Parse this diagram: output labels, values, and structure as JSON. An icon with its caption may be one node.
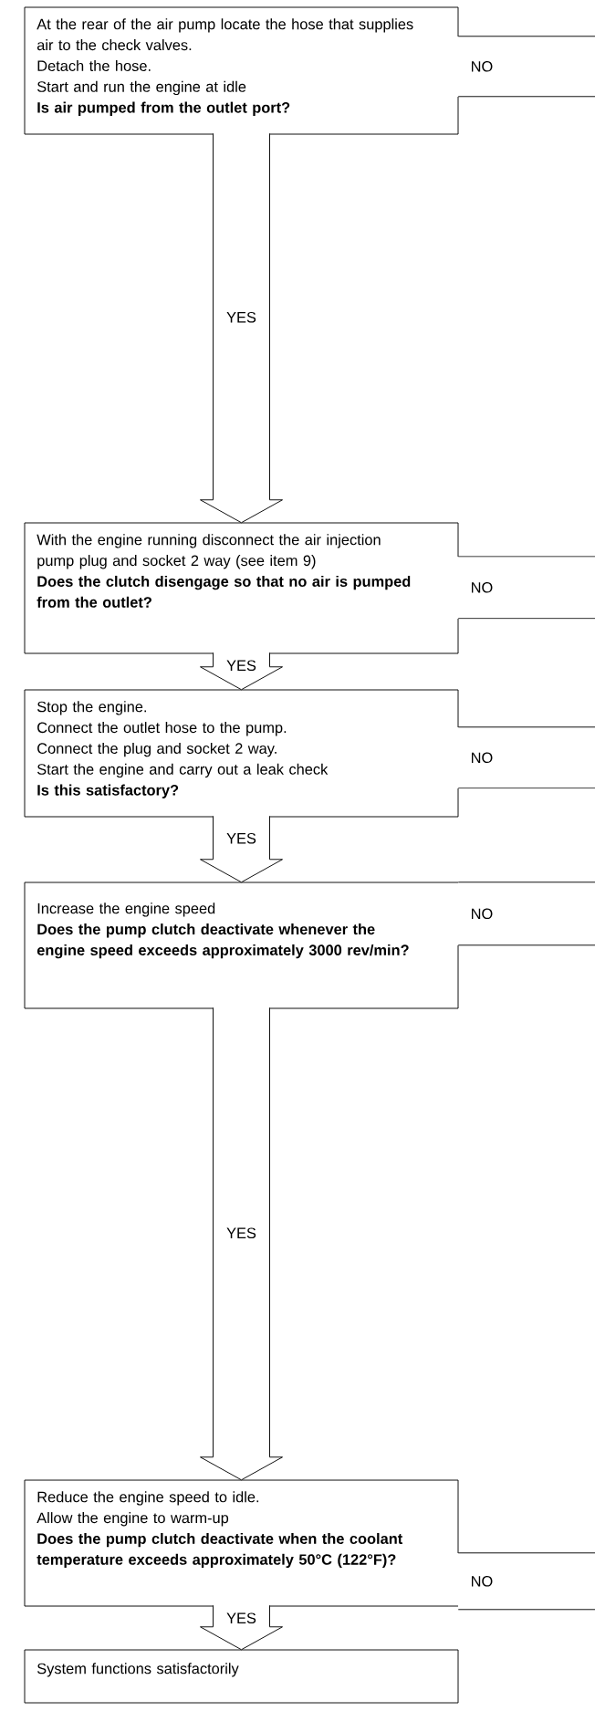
{
  "diagram": {
    "nodes": [
      {
        "text": [
          "At the rear of the air pump locate the hose that supplies air to the check valves.",
          "Detach the hose.",
          "Start and run the engine at idle",
          "Is air pumped from the outlet port?"
        ]
      },
      {
        "text": [
          "With the engine running disconnect the air injection pump plug and socket 2 way (see item 9)",
          "Does the clutch disengage so that no air is pumped from the outlet?"
        ]
      },
      {
        "text": [
          "Stop the engine.",
          "Connect the outlet hose to the pump.",
          "Connect the plug and socket 2 way.",
          "Start the engine and carry out a leak check",
          "Is this satisfactory?"
        ]
      },
      {
        "text": [
          "Increase the engine speed",
          "Does the pump clutch deactivate whenever the engine speed exceeds approximately 3000 rev/min?"
        ]
      },
      {
        "text": [
          "Reduce the engine speed to idle.",
          "Allow the engine to warm-up",
          "Does the pump clutch deactivate when the coolant temperature exceeds approximately 50°C (122°F)?"
        ]
      },
      {
        "text": [
          "System functions satisfactorily"
        ]
      }
    ],
    "edges": [
      {
        "from": 0,
        "to": 1,
        "arrow": "to",
        "label": "YES"
      },
      {
        "from": 0,
        "to": null,
        "arrow": "none",
        "label": "NO"
      },
      {
        "from": 1,
        "to": 2,
        "arrow": "to",
        "label": "YES"
      },
      {
        "from": 1,
        "to": null,
        "arrow": "none",
        "label": "NO"
      },
      {
        "from": 2,
        "to": 3,
        "arrow": "to",
        "label": "YES"
      },
      {
        "from": 2,
        "to": null,
        "arrow": "none",
        "label": "NO"
      },
      {
        "from": 3,
        "to": 4,
        "arrow": "to",
        "label": "YES"
      },
      {
        "from": 3,
        "to": null,
        "arrow": "none",
        "label": "NO"
      },
      {
        "from": 4,
        "to": 5,
        "arrow": "to",
        "label": "YES"
      },
      {
        "from": 4,
        "to": null,
        "arrow": "none",
        "label": "NO"
      }
    ]
  }
}
